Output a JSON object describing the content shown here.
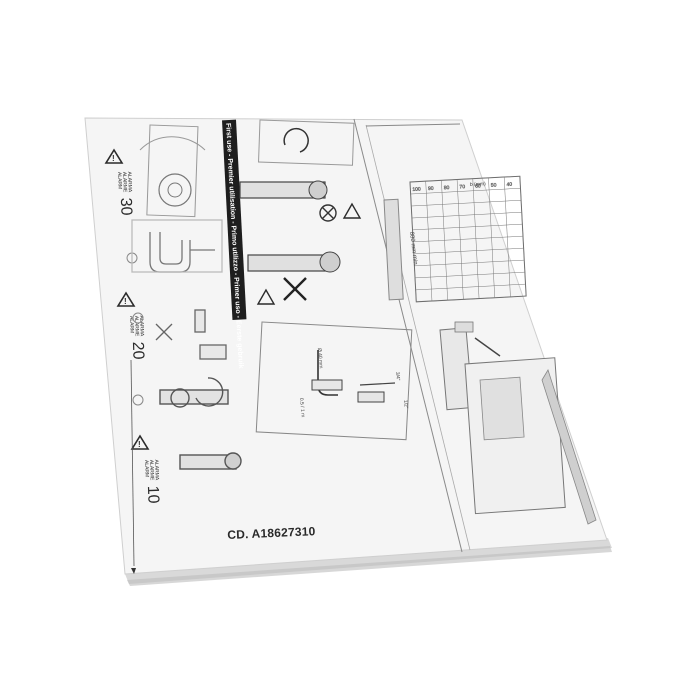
{
  "document": {
    "code": "CD. A18627310",
    "banner": "First use - Premier utilisation - Primo utilizzo - Primer uso - Eerste gebruik",
    "alarm_labels": [
      "ALARM",
      "ALARME",
      "ALARMA"
    ],
    "alarm_digits": [
      "30",
      "20",
      "10"
    ],
    "table_header": "b (mm)",
    "table_col_values": [
      "100",
      "90",
      "80",
      "70",
      "60",
      "50",
      "40"
    ],
    "dimension_label": "880 mm min.",
    "dimension_short": "Ø 40 mm",
    "dimension_dist": "0.5 / 1 m",
    "fraction_a": "3/4\"",
    "fraction_b": "1/2\""
  },
  "colors": {
    "paper": "#f4f4f4",
    "paper_edge": "#dcdcdc",
    "ink": "#2b2b2b",
    "line": "#6a6a6a",
    "banner_bg": "#1e1e1e"
  }
}
